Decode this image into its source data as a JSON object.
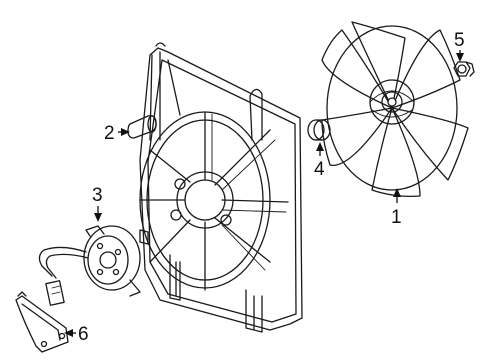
{
  "callouts": [
    {
      "id": "1",
      "label": "1"
    },
    {
      "id": "2",
      "label": "2"
    },
    {
      "id": "3",
      "label": "3"
    },
    {
      "id": "4",
      "label": "4"
    },
    {
      "id": "5",
      "label": "5"
    },
    {
      "id": "6",
      "label": "6"
    }
  ],
  "colors": {
    "line": "#1a1a1a",
    "background": "#ffffff"
  }
}
